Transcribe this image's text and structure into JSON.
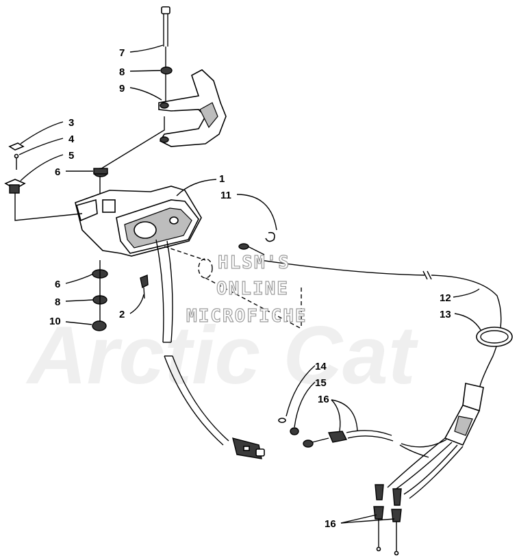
{
  "watermark": {
    "lines": [
      "HLSM'S",
      "ONLINE",
      "MICROFICHE"
    ],
    "logo_text": "Arctic Cat"
  },
  "callouts": [
    {
      "id": "c7",
      "text": "7"
    },
    {
      "id": "c8a",
      "text": "8"
    },
    {
      "id": "c9",
      "text": "9"
    },
    {
      "id": "c3",
      "text": "3"
    },
    {
      "id": "c4",
      "text": "4"
    },
    {
      "id": "c5",
      "text": "5"
    },
    {
      "id": "c6a",
      "text": "6"
    },
    {
      "id": "c1",
      "text": "1"
    },
    {
      "id": "c11",
      "text": "11"
    },
    {
      "id": "c6b",
      "text": "6"
    },
    {
      "id": "c8b",
      "text": "8"
    },
    {
      "id": "c10",
      "text": "10"
    },
    {
      "id": "c2",
      "text": "2"
    },
    {
      "id": "c12",
      "text": "12"
    },
    {
      "id": "c13",
      "text": "13"
    },
    {
      "id": "c14",
      "text": "14"
    },
    {
      "id": "c15",
      "text": "15"
    },
    {
      "id": "c16a",
      "text": "16"
    },
    {
      "id": "c16b",
      "text": "16"
    }
  ]
}
